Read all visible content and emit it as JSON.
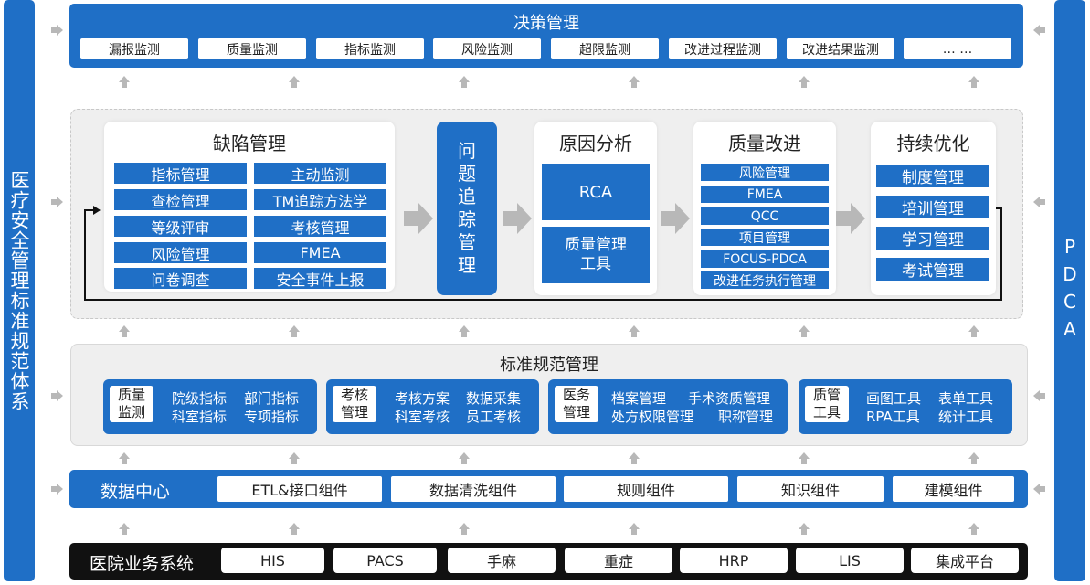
{
  "left_bar": {
    "label": "医疗安全管理标准规范体系"
  },
  "right_bar": {
    "label": "PDCA"
  },
  "decision": {
    "title": "决策管理",
    "items": [
      "漏报监测",
      "质量监测",
      "指标监测",
      "风险监测",
      "超限监测",
      "改进过程监测",
      "改进结果监测",
      "… …"
    ]
  },
  "process": {
    "defect": {
      "title": "缺陷管理",
      "items": [
        "指标管理",
        "主动监测",
        "查检管理",
        "TM追踪方法学",
        "等级评审",
        "考核管理",
        "风险管理",
        "FMEA",
        "问卷调查",
        "安全事件上报"
      ]
    },
    "tracking": {
      "title": "问题追踪管理"
    },
    "cause": {
      "title": "原因分析",
      "items": [
        "RCA",
        "质量管理\n工具"
      ]
    },
    "improve": {
      "title": "质量改进",
      "items": [
        "风险管理",
        "FMEA",
        "QCC",
        "项目管理",
        "FOCUS-PDCA",
        "改进任务执行管理"
      ]
    },
    "optimize": {
      "title": "持续优化",
      "items": [
        "制度管理",
        "培训管理",
        "学习管理",
        "考试管理"
      ]
    }
  },
  "standard": {
    "title": "标准规范管理",
    "modules": [
      {
        "label": "质量\n监测",
        "items": [
          "院级指标",
          "部门指标",
          "科室指标",
          "专项指标"
        ]
      },
      {
        "label": "考核\n管理",
        "items": [
          "考核方案",
          "数据采集",
          "科室考核",
          "员工考核"
        ]
      },
      {
        "label": "医务\n管理",
        "items": [
          "档案管理",
          "手术资质管理",
          "处方权限管理",
          "职称管理"
        ]
      },
      {
        "label": "质管\n工具",
        "items": [
          "画图工具",
          "表单工具",
          "RPA工具",
          "统计工具"
        ]
      }
    ]
  },
  "data_center": {
    "title": "数据中心",
    "items": [
      "ETL&接口组件",
      "数据清洗组件",
      "规则组件",
      "知识组件",
      "建模组件"
    ]
  },
  "hospital": {
    "title": "医院业务系统",
    "items": [
      "HIS",
      "PACS",
      "手麻",
      "重症",
      "HRP",
      "LIS",
      "集成平台"
    ]
  },
  "colors": {
    "primary": "#1f6fc6",
    "dark": "#111111",
    "panel": "#efefef",
    "arrow": "#b8b8b8"
  }
}
